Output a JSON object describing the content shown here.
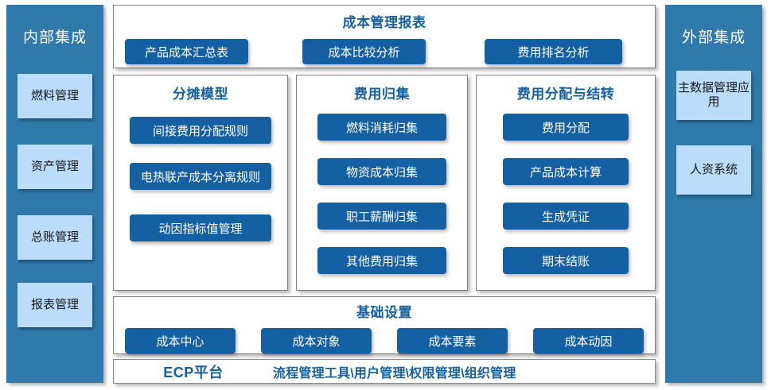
{
  "colors": {
    "rail_bg": "#2f79ab",
    "rail_box_bg": "#bbdcfa",
    "button_blue": "#155fa3",
    "title_blue": "#15619f",
    "panel_border": "#7f7f7f",
    "page_bg": "#ffffff"
  },
  "left_rail": {
    "title": "内部集成",
    "items": [
      {
        "label": "燃料管理"
      },
      {
        "label": "资产管理"
      },
      {
        "label": "总账管理"
      },
      {
        "label": "报表管理"
      }
    ]
  },
  "right_rail": {
    "title": "外部集成",
    "items": [
      {
        "label": "主数据管理应用"
      },
      {
        "label": "人资系统"
      }
    ]
  },
  "report_panel": {
    "title": "成本管理报表",
    "buttons": [
      {
        "label": "产品成本汇总表"
      },
      {
        "label": "成本比较分析"
      },
      {
        "label": "费用排名分析"
      }
    ]
  },
  "mid_panels": [
    {
      "title": "分摊模型",
      "buttons": [
        {
          "label": "间接费用分配规则"
        },
        {
          "label": "电热联产成本分离规则"
        },
        {
          "label": "动因指标值管理"
        }
      ]
    },
    {
      "title": "费用归集",
      "buttons": [
        {
          "label": "燃料消耗归集"
        },
        {
          "label": "物资成本归集"
        },
        {
          "label": "职工薪酬归集"
        },
        {
          "label": "其他费用归集"
        }
      ]
    },
    {
      "title": "费用分配与结转",
      "buttons": [
        {
          "label": "费用分配"
        },
        {
          "label": "产品成本计算"
        },
        {
          "label": "生成凭证"
        },
        {
          "label": "期末结账"
        }
      ]
    }
  ],
  "base_panel": {
    "title": "基础设置",
    "buttons": [
      {
        "label": "成本中心"
      },
      {
        "label": "成本对象"
      },
      {
        "label": "成本要素"
      },
      {
        "label": "成本动因"
      }
    ]
  },
  "ecp_bar": {
    "name": "ECP平台",
    "modules": "流程管理工具\\用户管理\\权限管理\\组织管理"
  }
}
